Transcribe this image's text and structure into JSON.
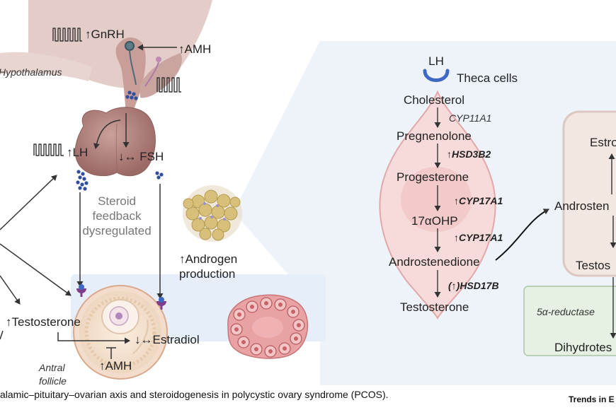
{
  "left_panel": {
    "gnrh": "↑GnRH",
    "amh_top": "↑AMH",
    "hypothalamus": "Hypothalamus",
    "lh": "↑LH",
    "fsh": "↓↔ FSH",
    "feedback": [
      "Steroid",
      "feedback",
      "dysregulated"
    ],
    "androgen": [
      "↑Androgen",
      "production"
    ],
    "testosterone": "↑Testosterone",
    "estradiol": "↓↔Estradiol",
    "amh_bottom": "↑AMH",
    "follicle": [
      "Antral",
      "follicle"
    ]
  },
  "pathway": {
    "lh": "LH",
    "theca": "Theca cells",
    "steps": [
      "Cholesterol",
      "Pregnenolone",
      "Progesterone",
      "17αOHP",
      "Androstenedione",
      "Testosterone"
    ],
    "enzymes": [
      "CYP11A1",
      "↑HSD3B2",
      "↑CYP17A1",
      "↑CYP17A1",
      "(↑)HSD17B"
    ]
  },
  "granulosa_panel": {
    "estro": "Estro",
    "androsten": "Androsten",
    "testos": "Testos",
    "reductase": "5α-reductase",
    "dihydrotes": "Dihydrotes"
  },
  "caption": "alamic–pituitary–ovarian axis and steroidogenesis in polycystic ovary syndrome (PCOS).",
  "brand": "Trends in E",
  "colors": {
    "hypothalamus": "#d9b8b4",
    "pituitary": "#b88580",
    "panel_bg": "#eef3fa",
    "theca": "#f6d6d6",
    "granulosa_box": "#f3e7e2",
    "reductase_box": "#e6f1e4",
    "receptor": "#3d68c4",
    "ovary": "#d98488"
  }
}
